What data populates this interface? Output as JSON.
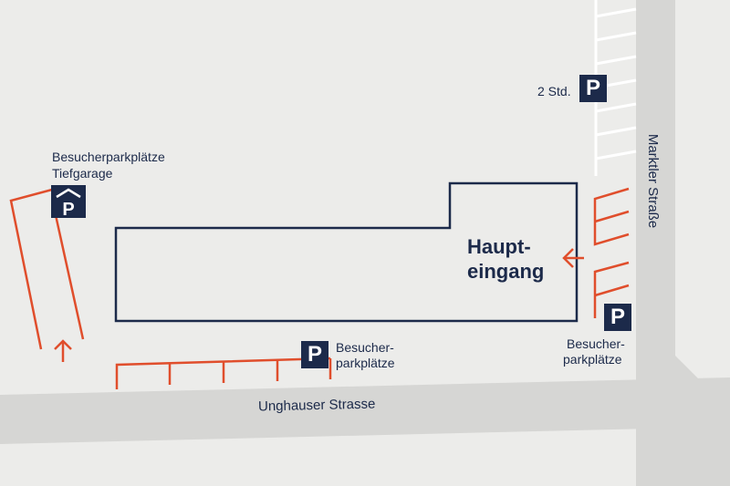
{
  "labels": {
    "visitor_garage_line1": "Besucherparkplätze",
    "visitor_garage_line2": "Tiefgarage",
    "two_hours": "2 Std.",
    "main_entrance_line1": "Haupt-",
    "main_entrance_line2": "eingang",
    "visitor_parking_south_line1": "Besucher-",
    "visitor_parking_south_line2": "parkplätze",
    "visitor_parking_east_line1": "Besucher-",
    "visitor_parking_east_line2": "parkplätze"
  },
  "streets": {
    "south": "Unghauser Strasse",
    "east": "Marktler Straße"
  },
  "signs": {
    "parking_letter": "P"
  },
  "colors": {
    "background": "#ececea",
    "road": "#d6d6d4",
    "building_outline": "#1c2a4a",
    "parking_lines": "#e04e2c",
    "sign_background": "#1c2a4a",
    "sign_text": "#ffffff"
  },
  "icons": [
    "parking-sign-icon",
    "garage-parking-icon",
    "entrance-arrow-icon",
    "garage-direction-arrow-icon"
  ]
}
